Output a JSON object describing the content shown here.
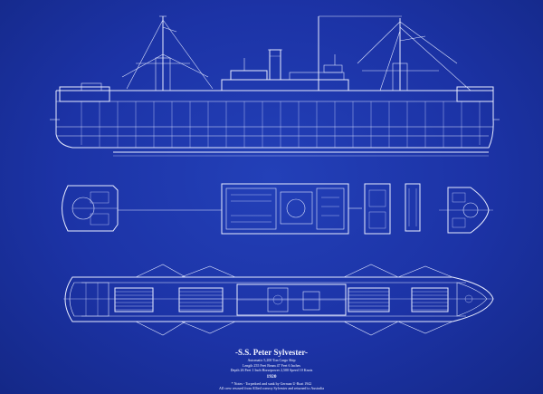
{
  "title_block": {
    "ship_name": "-S.S. Peter Sylvester-",
    "spec_line_1": "Automatic 5,200 Ton Cargo Ship",
    "spec_line_2": "Length 255 Feet   Beam 47 Feet 6 Inches",
    "spec_line_3": "Depth 26 Feet 1 Inch   Horsepower 2,500   Speed 10 Knots",
    "year": "1920",
    "note_line_1": "* Notes - Torpedoed and sunk by German U-Boat 1942",
    "note_line_2": "All crew rescued from Allied convoy Sylvester and returned to Australia"
  },
  "colors": {
    "paper": "#1c33a6",
    "ink": "#e8ecff"
  }
}
